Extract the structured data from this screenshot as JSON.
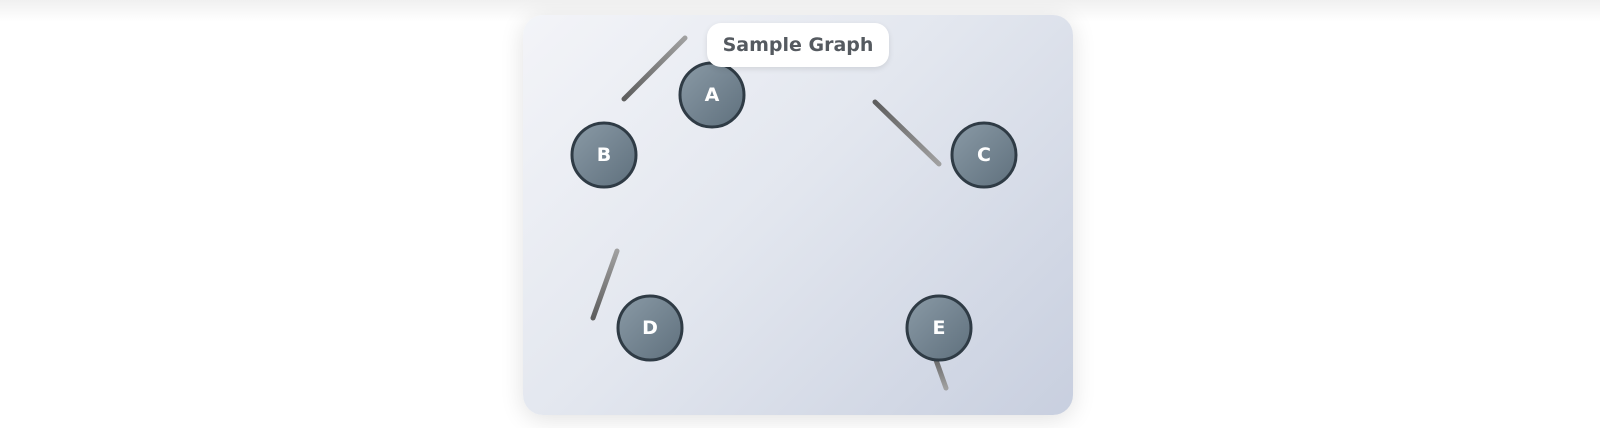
{
  "diagram": {
    "title": "Sample Graph",
    "nodes": [
      {
        "id": "A",
        "label": "A"
      },
      {
        "id": "B",
        "label": "B"
      },
      {
        "id": "C",
        "label": "C"
      },
      {
        "id": "D",
        "label": "D"
      },
      {
        "id": "E",
        "label": "E"
      }
    ],
    "colors": {
      "node_fill_light": "#8a9aa6",
      "node_fill_dark": "#5f707d",
      "node_stroke": "#2f3b45",
      "edge_dark": "#6a6a6a",
      "edge_light": "#9a9a9a",
      "card_gradient_start": "#f3f4f8",
      "card_gradient_end": "#c8cfdf"
    }
  }
}
